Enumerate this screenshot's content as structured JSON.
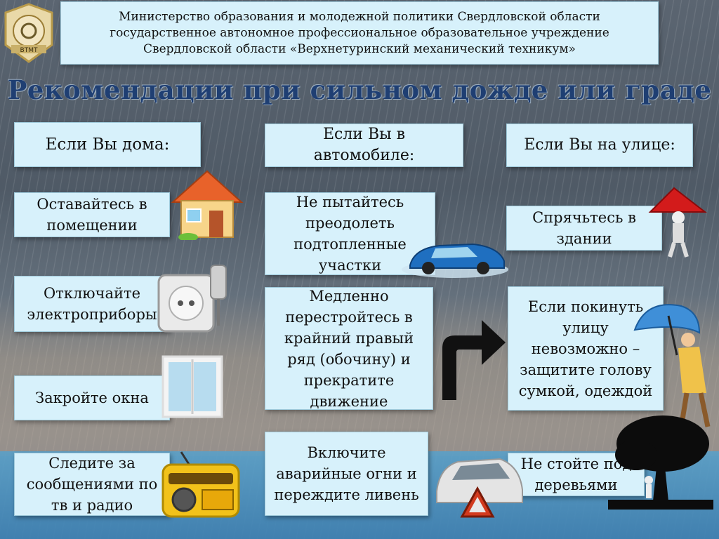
{
  "header": {
    "text": "Министерство образования и молодежной политики Свердловской области государственное автономное профессиональное образовательное учреждение Свердловской области «Верхнетуринский механический техникум»",
    "logo_text": "ВТМТ"
  },
  "title": "Рекомендации при сильном дожде или граде",
  "columns": {
    "home": {
      "heading": "Если Вы дома:",
      "items": [
        "Оставайтесь в помещении",
        "Отключайте электроприборы",
        "Закройте окна",
        "Следите за сообщениями по тв и радио"
      ]
    },
    "car": {
      "heading": "Если Вы в автомобиле:",
      "items": [
        "Не пытайтесь преодолеть подтопленные участки",
        "Медленно перестройтесь в крайний правый ряд (обочину) и прекратите движение",
        "Включите аварийные огни и переждите ливень"
      ]
    },
    "street": {
      "heading": "Если Вы на улице:",
      "items": [
        "Спрячьтесь в здании",
        "Если покинуть улицу невозможно – защитите голову сумкой, одеждой",
        "Не стойте под деревьями"
      ]
    }
  },
  "icons": [
    "house-icon",
    "socket-icon",
    "window-icon",
    "radio-icon",
    "car-icon",
    "turn-arrow-icon",
    "hazard-car-icon",
    "roof-person-icon",
    "umbrella-person-icon",
    "tree-icon"
  ]
}
